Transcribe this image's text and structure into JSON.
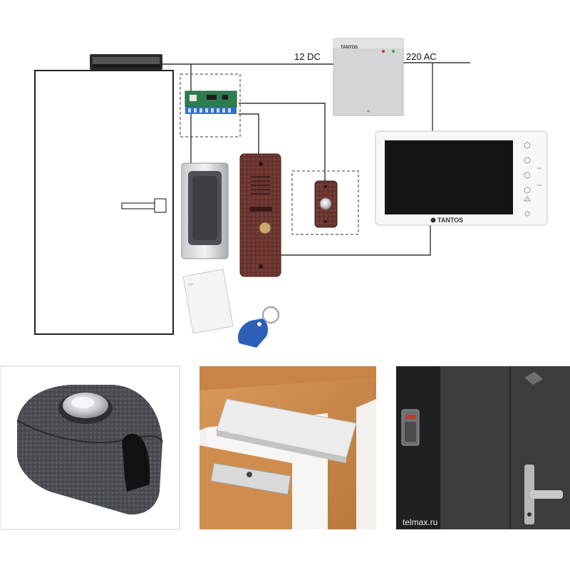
{
  "labels": {
    "power_dc": "12 DC",
    "power_ac": "220 AC"
  },
  "brand": {
    "psu_logo": "TANTOS",
    "monitor_logo": "TANTOS"
  },
  "watermark": {
    "site": "telmax.ru"
  },
  "colors": {
    "wire": "#333333",
    "door_outline": "#222222",
    "panel_body": "#6a2f2b",
    "controller_board": "#2e7d4f",
    "terminal_blue": "#2f6fd6",
    "keyfob": "#2d5fb8",
    "door_wood": "#c9894c",
    "dark_door": "#3a3a3a"
  }
}
